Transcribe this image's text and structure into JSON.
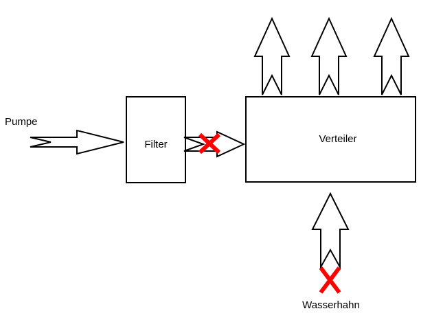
{
  "nodes": {
    "pump": {
      "label": "Pumpe"
    },
    "filter": {
      "label": "Filter"
    },
    "distributor": {
      "label": "Verteiler"
    },
    "tap": {
      "label": "Wasserhahn"
    }
  },
  "colors": {
    "stroke": "#000000",
    "fill": "#ffffff",
    "blocked": "#ff0000"
  }
}
